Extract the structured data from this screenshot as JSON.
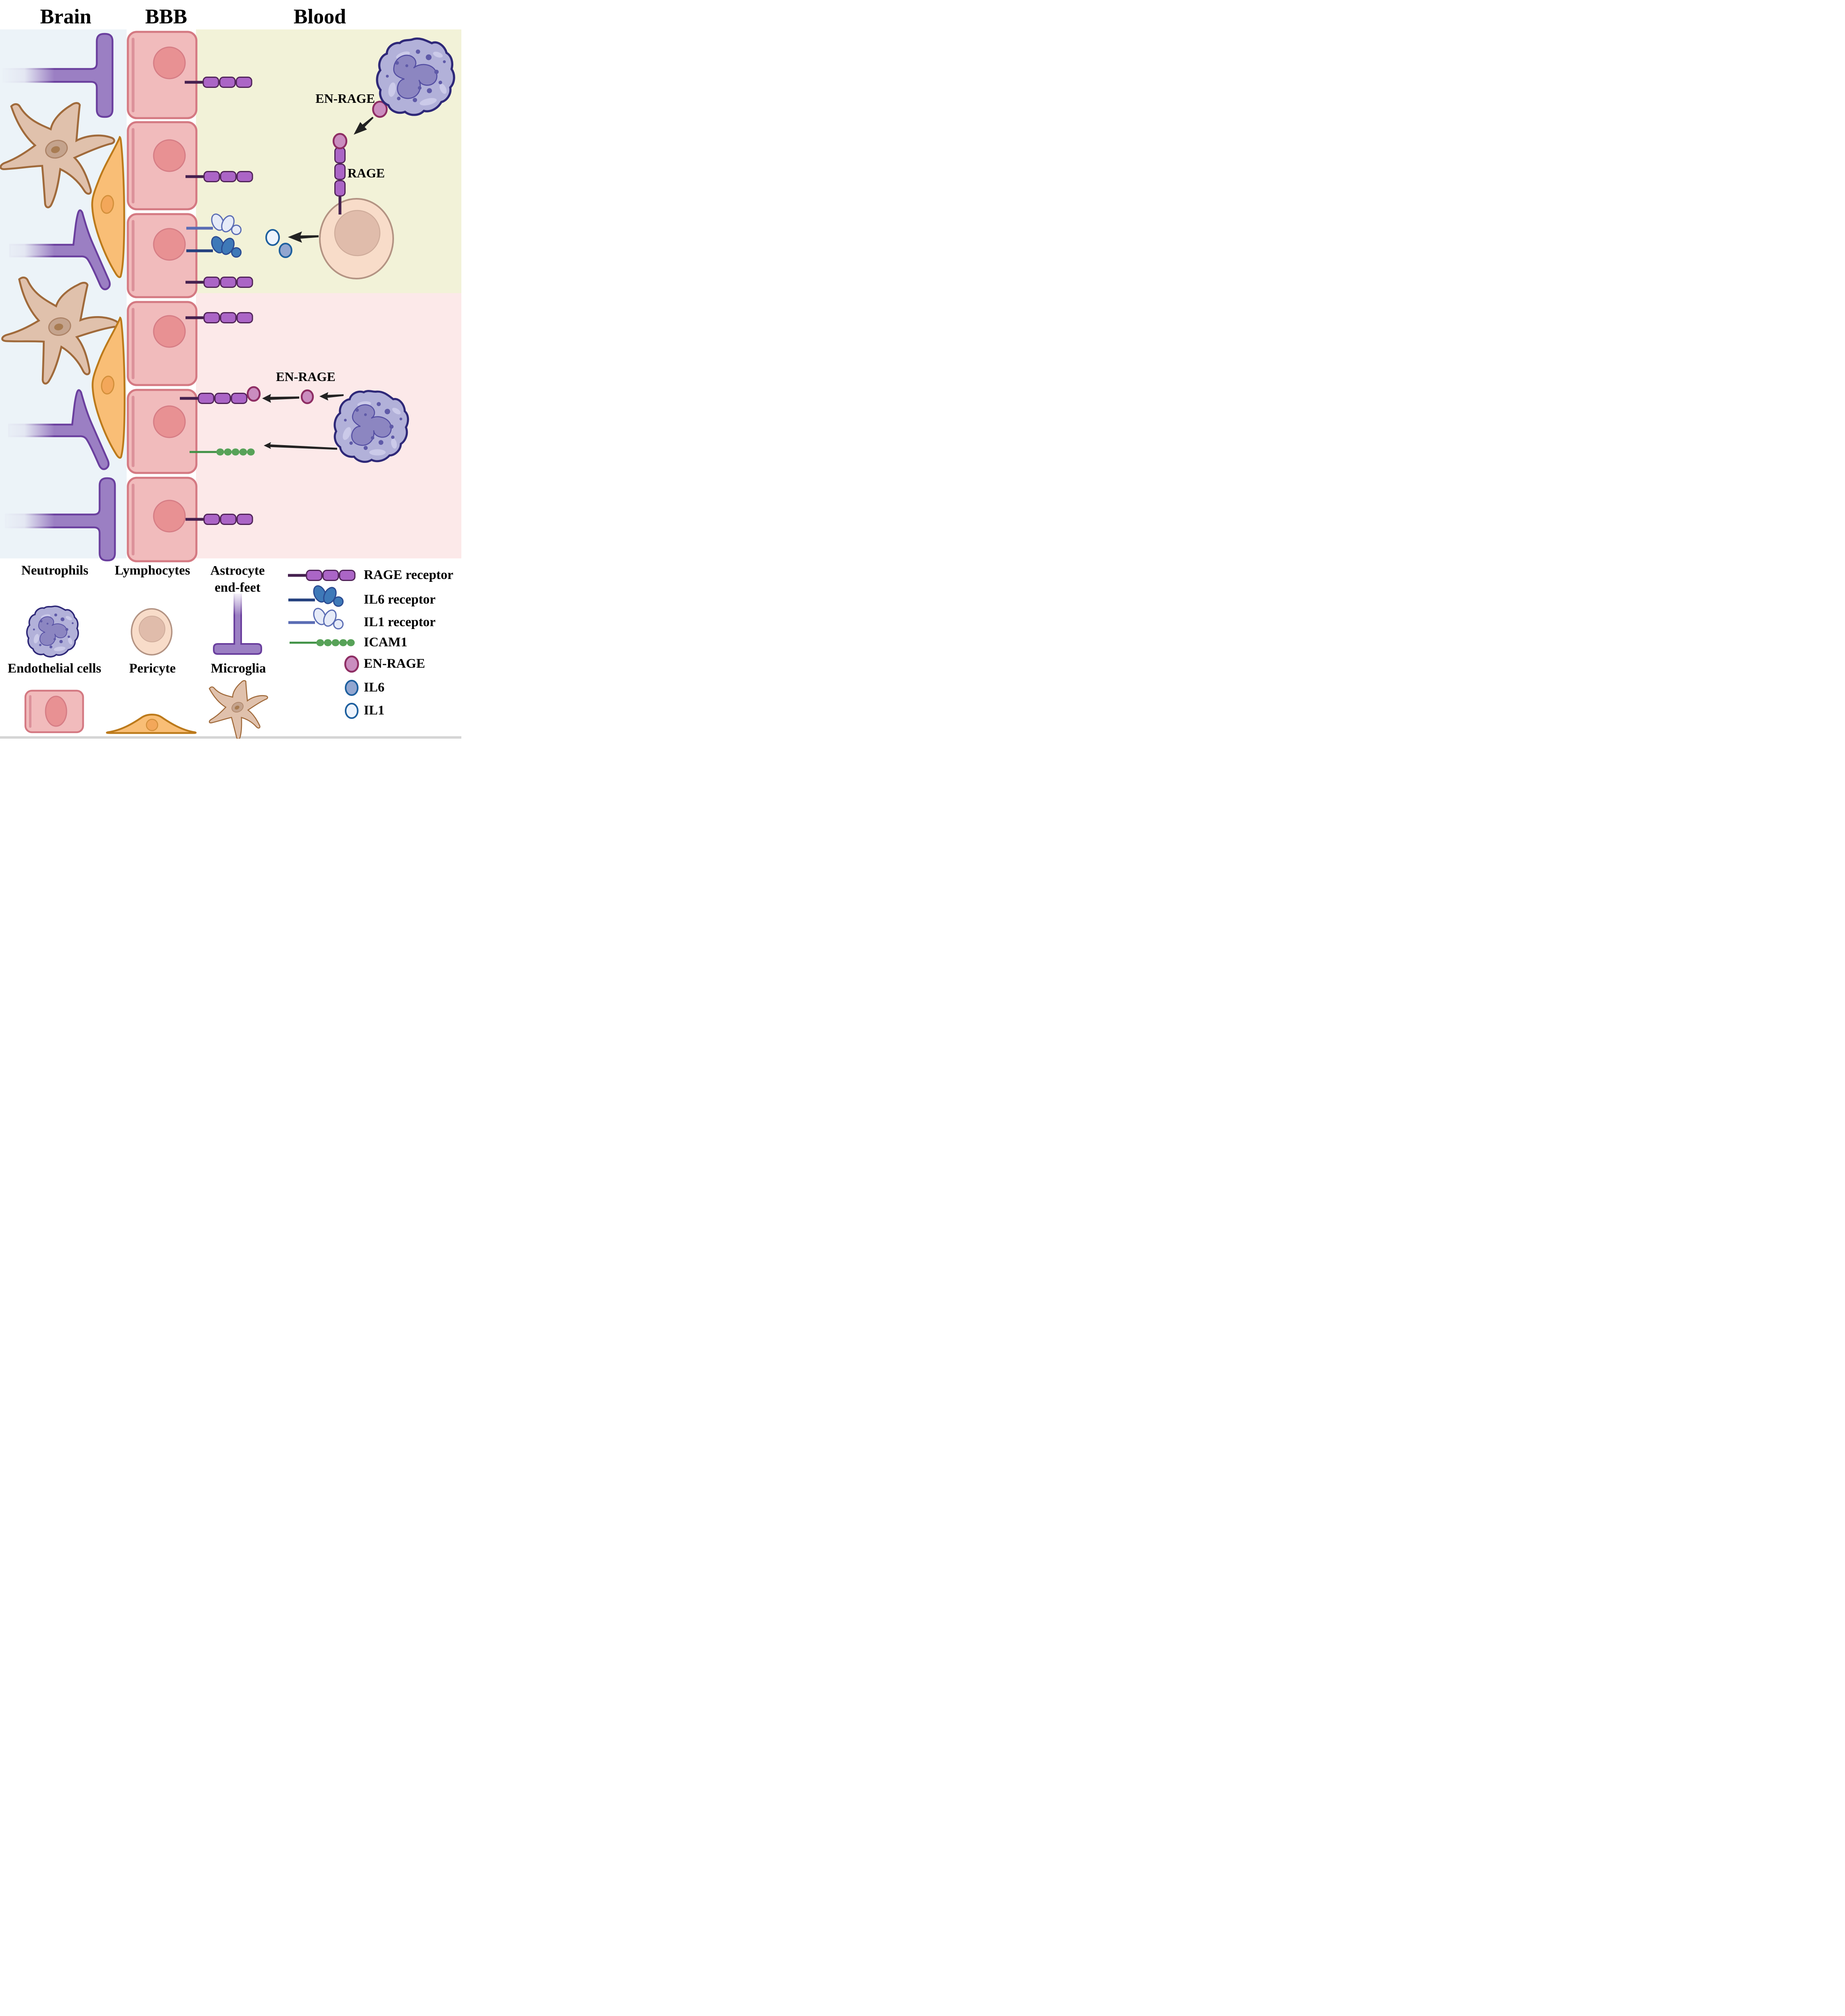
{
  "headers": {
    "brain": "Brain",
    "bbb": "BBB",
    "blood": "Blood"
  },
  "annotations": {
    "en_rage_top": "EN-RAGE",
    "rage": "RAGE",
    "en_rage_bottom": "EN-RAGE"
  },
  "legend_cells": {
    "neutrophils": "Neutrophils",
    "lymphocytes": "Lymphocytes",
    "astrocyte_end_feet": "Astrocyte\nend-feet",
    "endothelial_cells": "Endothelial cells",
    "pericyte": "Pericyte",
    "microglia": "Microglia"
  },
  "legend_markers": {
    "rage_receptor": "RAGE receptor",
    "il6_receptor": "IL6 receptor",
    "il1_receptor": "IL1 receptor",
    "icam1": "ICAM1",
    "en_rage": "EN-RAGE",
    "il6": "IL6",
    "il1": "IL1"
  },
  "regions": [
    {
      "name": "brain",
      "background": "#ecf3f8"
    },
    {
      "name": "blood-upper",
      "background": "#f2f2d8"
    },
    {
      "name": "blood-lower",
      "background": "#fce9e9"
    }
  ],
  "membrane_receptors": [
    {
      "type": "RAGE receptor",
      "region": "blood-upper"
    },
    {
      "type": "RAGE receptor",
      "region": "blood-upper"
    },
    {
      "type": "IL1 receptor",
      "region": "blood-upper"
    },
    {
      "type": "IL6 receptor",
      "region": "blood-upper"
    },
    {
      "type": "RAGE receptor",
      "region": "blood-upper"
    },
    {
      "type": "RAGE receptor",
      "region": "blood-lower"
    },
    {
      "type": "RAGE receptor bound to EN-RAGE",
      "region": "blood-lower"
    },
    {
      "type": "ICAM1",
      "region": "blood-lower"
    },
    {
      "type": "RAGE receptor",
      "region": "blood-lower"
    }
  ],
  "colors": {
    "brain_bg": "#ecf3f8",
    "blood_upper_bg": "#f2f2d8",
    "blood_lower_bg": "#fce9e9",
    "endothelial_fill": "#f1bbbc",
    "endothelial_stroke": "#d47982",
    "endothelial_nucleus": "#e89193",
    "astrocyte_fill": "#9b7fc3",
    "astrocyte_stroke": "#6a3f9e",
    "microglia_fill": "#e0c1ac",
    "microglia_stroke": "#a06a3b",
    "pericyte_fill": "#f9be76",
    "pericyte_stroke": "#bc7a1b",
    "neutrophil_fill": "#b2b1d9",
    "neutrophil_stroke": "#2e2878",
    "lymphocyte_fill": "#f8dcc9",
    "lymphocyte_stroke": "#b39383",
    "rage_pill": "#ab65c6",
    "rage_stem": "#45204f",
    "il6_oval": "#3e79b8",
    "il6_stem": "#24407e",
    "il1_oval": "#e6ebf8",
    "il1_stem": "#5a6cb4",
    "icam1_green": "#57a258",
    "en_rage_ball": "#ca8dbf",
    "en_rage_ball_stroke": "#8e2d63",
    "il6_ball": "#92a6d0",
    "il1_ball": "#eef4fd",
    "il_ball_stroke": "#1d5f9e",
    "arrow": "#222222"
  }
}
